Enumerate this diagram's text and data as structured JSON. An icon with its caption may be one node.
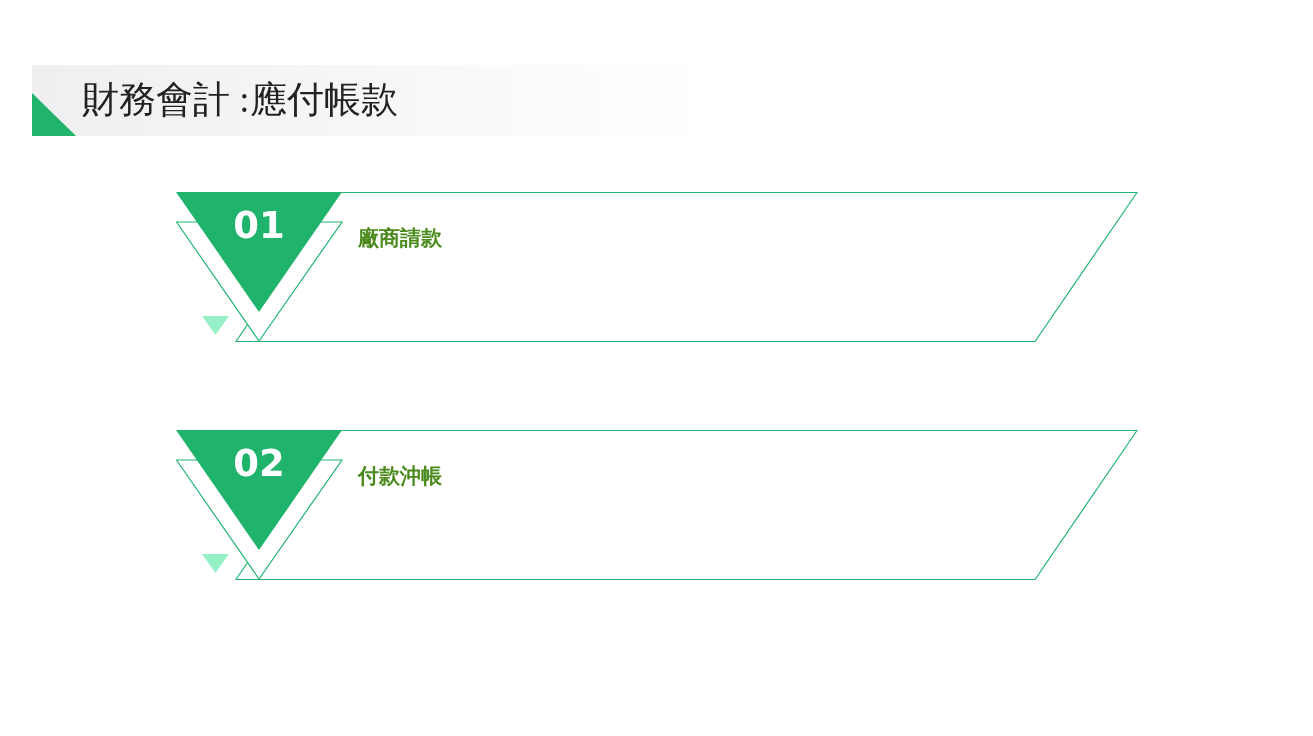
{
  "diagram": {
    "title": "財務會計 :應付帳款",
    "nodes": [
      {
        "text": [
          "01",
          "廠商請款"
        ]
      },
      {
        "text": [
          "02",
          "付款沖帳"
        ]
      }
    ]
  }
}
